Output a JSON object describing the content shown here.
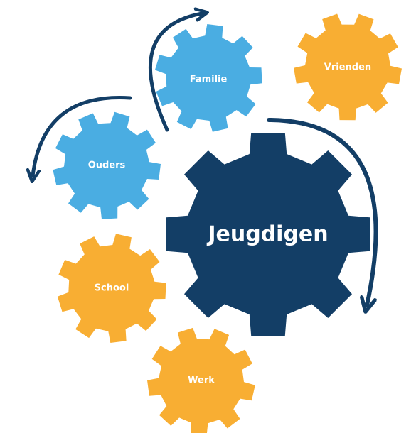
{
  "colors": {
    "main_gear": "#133e66",
    "family_gears": "#4aade2",
    "other_gears": "#f8ae33",
    "arrows": "#133e66",
    "label": "#ffffff"
  },
  "gears": {
    "jeugdigen": {
      "label": "Jeugdigen",
      "color": "#133e66"
    },
    "familie": {
      "label": "Familie",
      "color": "#4aade2"
    },
    "ouders": {
      "label": "Ouders",
      "color": "#4aade2"
    },
    "vrienden": {
      "label": "Vrienden",
      "color": "#f8ae33"
    },
    "school": {
      "label": "School",
      "color": "#f8ae33"
    },
    "werk": {
      "label": "Werk",
      "color": "#f8ae33"
    }
  }
}
